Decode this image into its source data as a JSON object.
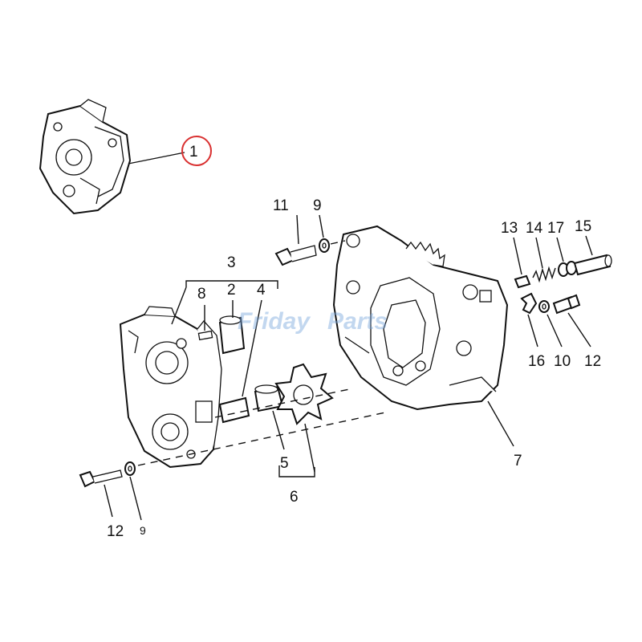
{
  "diagram": {
    "callouts": {
      "c1": "1",
      "c2": "2",
      "c3": "3",
      "c4": "4",
      "c5": "5",
      "c6": "6",
      "c7": "7",
      "c8": "8",
      "c9a": "9",
      "c9b": "9",
      "c10": "10",
      "c11": "11",
      "c12a": "12",
      "c12b": "12",
      "c13": "13",
      "c14": "14",
      "c15": "15",
      "c16": "16",
      "c17": "17"
    },
    "highlight_color": "#d93030",
    "watermark": {
      "part1": "Friday",
      "part2": "Parts"
    }
  }
}
